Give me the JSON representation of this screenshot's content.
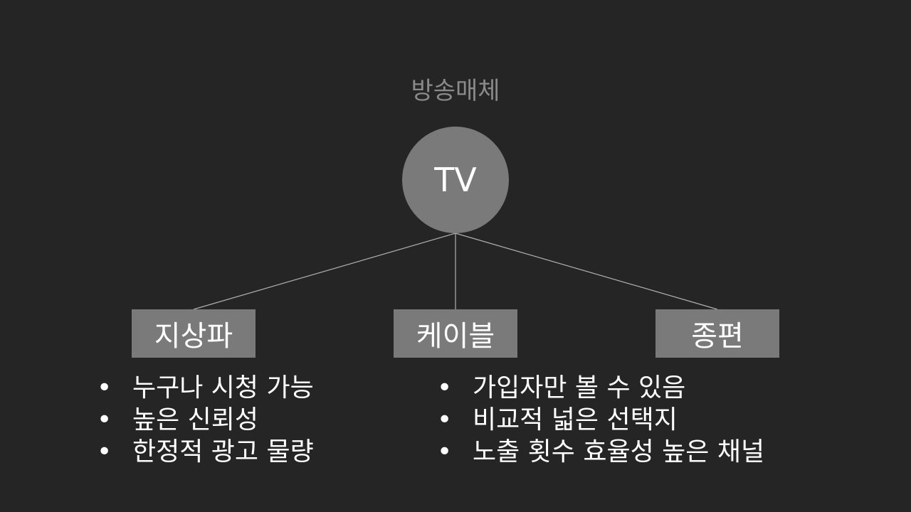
{
  "title": "방송매체",
  "root": {
    "label": "TV"
  },
  "nodes": [
    {
      "label": "지상파"
    },
    {
      "label": "케이블"
    },
    {
      "label": "종편"
    }
  ],
  "lists": {
    "left": [
      "누구나 시청 가능",
      "높은 신뢰성",
      "한정적 광고 물량"
    ],
    "right": [
      "가입자만 볼 수 있음",
      "비교적 넓은 선택지",
      "노출 횟수 효율성 높은 채널"
    ]
  },
  "bullet_char": "•",
  "colors": {
    "background": "#252525",
    "shape_fill": "#7a7a7a",
    "title_text": "#8a8a8a",
    "text": "#ffffff",
    "connector": "#b0b0b0"
  }
}
